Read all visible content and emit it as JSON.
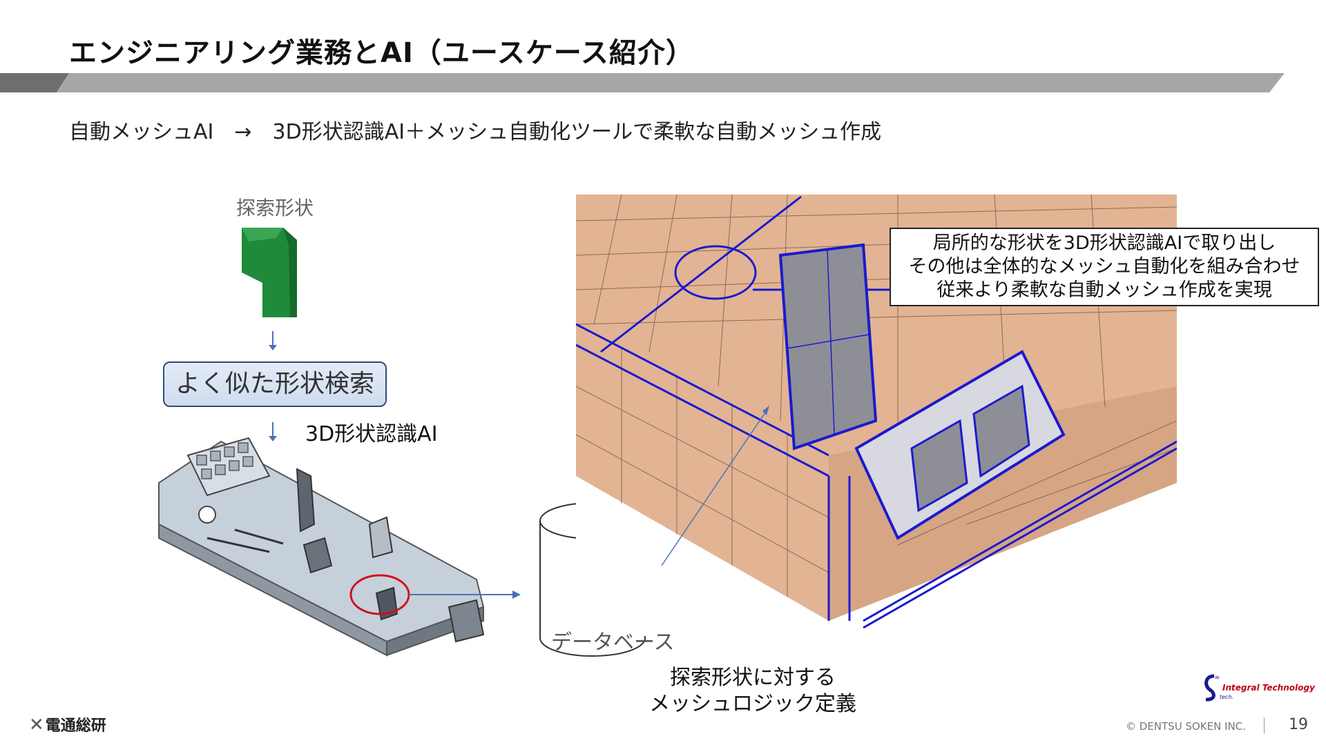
{
  "slide": {
    "title": "エンジニアリング業務とAI（ユースケース紹介）",
    "subtitle": "自動メッシュAI　→　3D形状認識AI＋メッシュ自動化ツールで柔軟な自動メッシュ作成"
  },
  "diagram": {
    "search_shape_label": "探索形状",
    "similar_search_label": "よく似た形状検索",
    "ai_label": "3D形状認識AI",
    "database_label": "データベース",
    "logic_label_line1": "探索形状に対する",
    "logic_label_line2": "メッシュロジック定義"
  },
  "callout": {
    "line1": "局所的な形状を3D形状認識AIで取り出し",
    "line2": "その他は全体的なメッシュ自動化を組み合わせ",
    "line3": "従来より柔軟な自動メッシュ作成を実現"
  },
  "footer": {
    "company": "電通総研",
    "copyright": "© DENTSU SOKEN INC.",
    "page_number": "19",
    "partner_logo_text": "Integral Technology",
    "partner_logo_sub": "tech."
  },
  "colors": {
    "accent_bar": "#a6a6a6",
    "accent_bar_dark": "#6e6e6e",
    "mesh_fill": "#e2b493",
    "mesh_edge": "#1a1ad0",
    "green_shape": "#1e8a3a",
    "highlight_circle": "#d0101a"
  }
}
